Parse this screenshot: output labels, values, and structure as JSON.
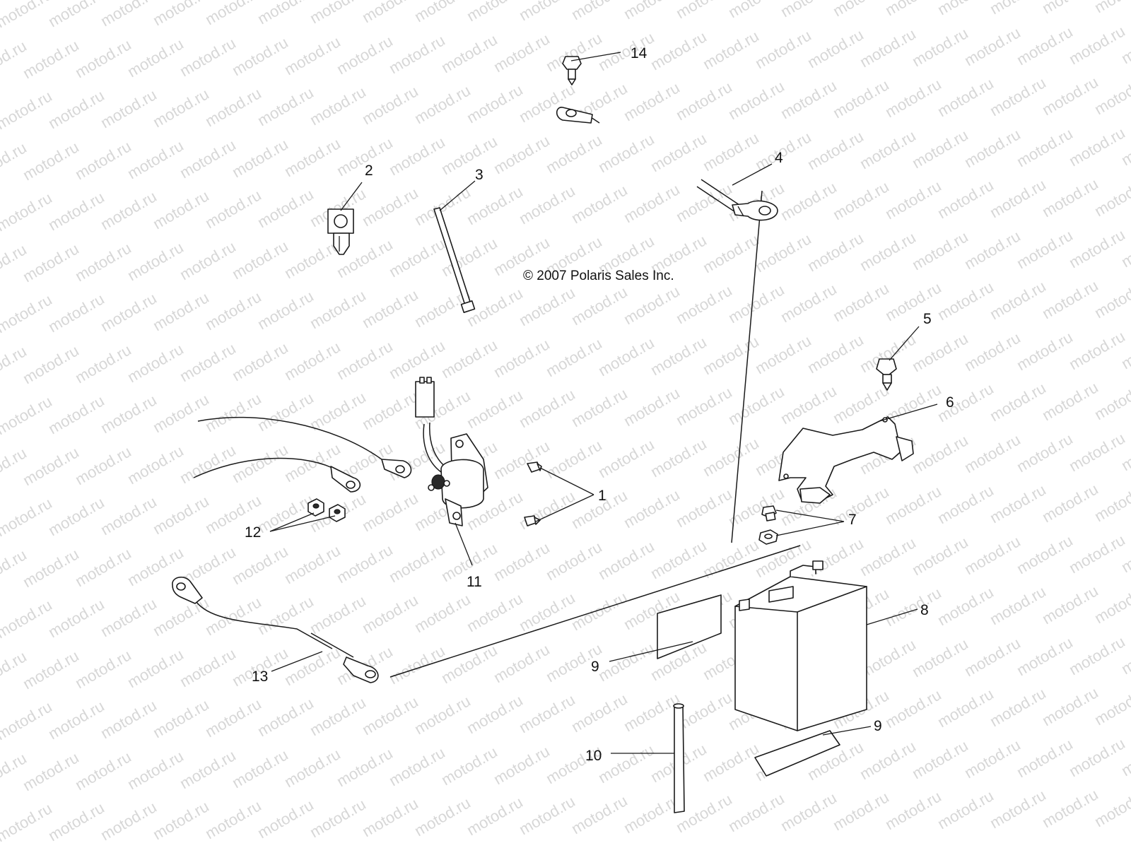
{
  "diagram": {
    "copyright": "© 2007 Polaris Sales Inc.",
    "watermark_text": "motod.ru",
    "watermark_color": "#d7d7d7",
    "line_color": "#1a1a1a",
    "callouts": [
      {
        "id": "callout-1",
        "label": "1"
      },
      {
        "id": "callout-2",
        "label": "2"
      },
      {
        "id": "callout-3",
        "label": "3"
      },
      {
        "id": "callout-4",
        "label": "4"
      },
      {
        "id": "callout-5",
        "label": "5"
      },
      {
        "id": "callout-6",
        "label": "6"
      },
      {
        "id": "callout-7",
        "label": "7"
      },
      {
        "id": "callout-8",
        "label": "8"
      },
      {
        "id": "callout-9a",
        "label": "9"
      },
      {
        "id": "callout-9b",
        "label": "9"
      },
      {
        "id": "callout-10",
        "label": "10"
      },
      {
        "id": "callout-11",
        "label": "11"
      },
      {
        "id": "callout-12",
        "label": "12"
      },
      {
        "id": "callout-13",
        "label": "13"
      },
      {
        "id": "callout-14",
        "label": "14"
      }
    ]
  }
}
